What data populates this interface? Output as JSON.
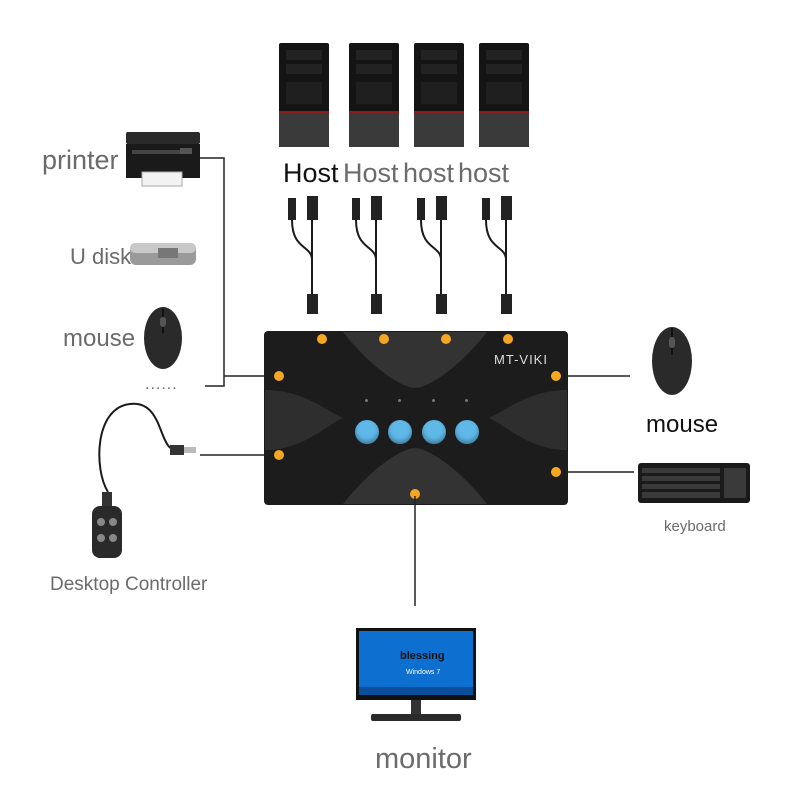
{
  "hosts": [
    "Host",
    "Host",
    "host",
    "host"
  ],
  "device": {
    "brand": "MT-VIKI"
  },
  "left_devices": {
    "printer": "printer",
    "udisk": "U disk",
    "mouse": "mouse",
    "dots": "......",
    "controller": "Desktop Controller"
  },
  "right_devices": {
    "mouse": "mouse",
    "keyboard": "keyboard"
  },
  "monitor": {
    "label": "monitor",
    "screen_text": "blessing",
    "screen_subtext": "Windows 7"
  },
  "colors": {
    "accent_dot": "#f5a623",
    "button": "#5fb8e8",
    "device_body": "#1c1c1c"
  }
}
